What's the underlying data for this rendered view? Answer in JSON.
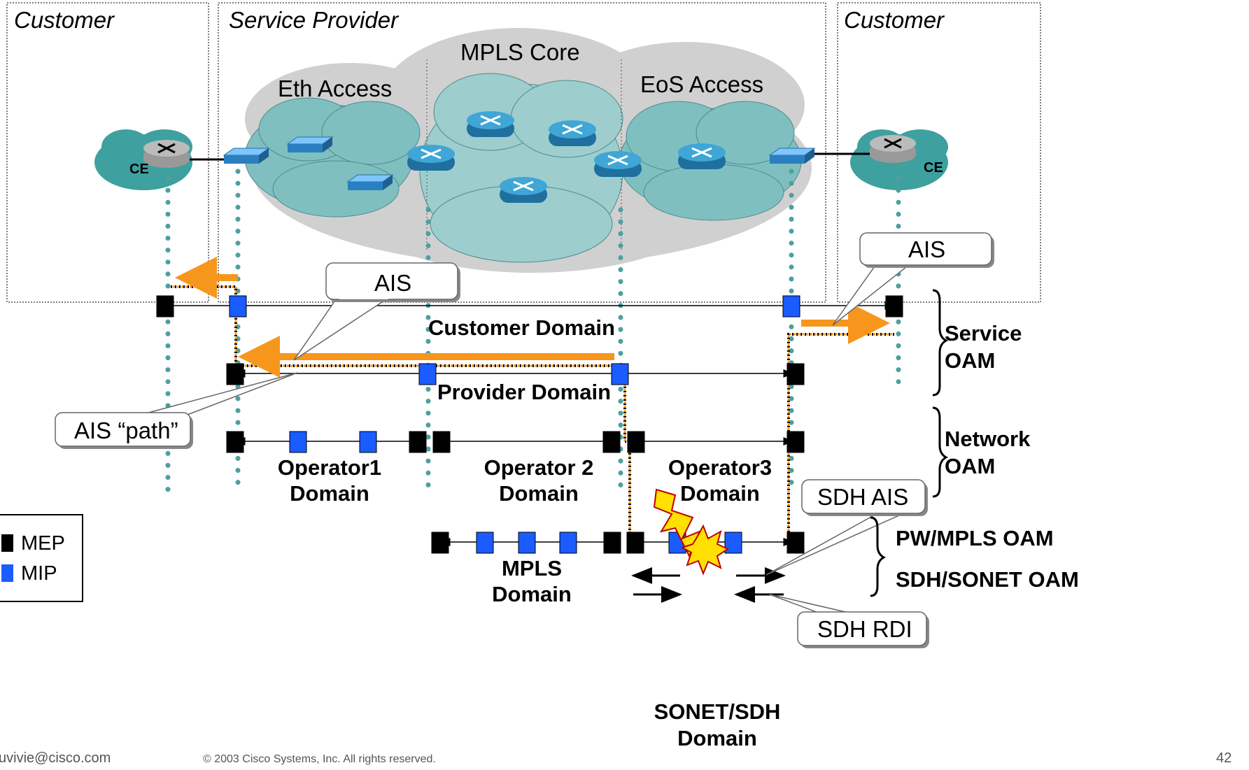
{
  "regions": {
    "customer_left": "Customer",
    "service_provider": "Service Provider",
    "customer_right": "Customer"
  },
  "clouds": {
    "mpls_core": "MPLS Core",
    "eth_access": "Eth Access",
    "eos_access": "EoS Access",
    "ce_left": "CE",
    "ce_right": "CE"
  },
  "callouts": {
    "ais_center": "AIS",
    "ais_right": "AIS",
    "ais_path": "AIS “path”",
    "sdh_ais": "SDH AIS",
    "sdh_rdi": "SDH RDI"
  },
  "domains": {
    "customer": "Customer Domain",
    "provider": "Provider Domain",
    "operator1_l1": "Operator1",
    "operator1_l2": "Domain",
    "operator2_l1": "Operator 2",
    "operator2_l2": "Domain",
    "operator3_l1": "Operator3",
    "operator3_l2": "Domain",
    "mpls_l1": "MPLS",
    "mpls_l2": "Domain",
    "sonet_l1": "SONET/SDH",
    "sonet_l2": "Domain"
  },
  "oam_levels": {
    "service_l1": "Service",
    "service_l2": "OAM",
    "network_l1": "Network",
    "network_l2": "OAM",
    "pw_mpls": "PW/MPLS  OAM",
    "sdh_sonet": "SDH/SONET OAM"
  },
  "legend": {
    "mep": "MEP",
    "mip": "MIP"
  },
  "footer": {
    "email": "uvivie@cisco.com",
    "copyright": "© 2003 Cisco Systems, Inc. All rights reserved.",
    "page": "42"
  },
  "colors": {
    "mep": "#000000",
    "mip": "#1a5cff",
    "ais_arrow": "#f7961c",
    "dotted_path": "#f7961c",
    "cloud_fill": "#7fbfbf",
    "cloud_shadow": "#cccccc",
    "dotted_drop": "#4f9f9f"
  }
}
